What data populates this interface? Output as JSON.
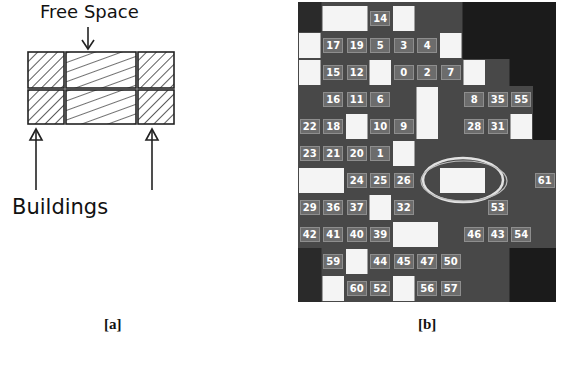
{
  "diagram": {
    "nodes": [
      {
        "text": [
          "14"
        ]
      },
      {
        "text": [
          "17"
        ]
      },
      {
        "text": [
          "19"
        ]
      },
      {
        "text": [
          "5"
        ]
      },
      {
        "text": [
          "3"
        ]
      },
      {
        "text": [
          "4"
        ]
      },
      {
        "text": [
          "15"
        ]
      },
      {
        "text": [
          "12"
        ]
      },
      {
        "text": [
          "0"
        ]
      },
      {
        "text": [
          "2"
        ]
      },
      {
        "text": [
          "7"
        ]
      },
      {
        "text": [
          "16"
        ]
      },
      {
        "text": [
          "11"
        ]
      },
      {
        "text": [
          "6"
        ]
      },
      {
        "text": [
          "8"
        ]
      },
      {
        "text": [
          "35"
        ]
      },
      {
        "text": [
          "55"
        ]
      },
      {
        "text": [
          "22"
        ]
      },
      {
        "text": [
          "18"
        ]
      },
      {
        "text": [
          "10"
        ]
      },
      {
        "text": [
          "9"
        ]
      },
      {
        "text": [
          "28"
        ]
      },
      {
        "text": [
          "31"
        ]
      },
      {
        "text": [
          "23"
        ]
      },
      {
        "text": [
          "21"
        ]
      },
      {
        "text": [
          "20"
        ]
      },
      {
        "text": [
          "1"
        ]
      },
      {
        "text": [
          "24"
        ]
      },
      {
        "text": [
          "25"
        ]
      },
      {
        "text": [
          "26"
        ]
      },
      {
        "text": [
          "61"
        ]
      },
      {
        "text": [
          "29"
        ]
      },
      {
        "text": [
          "36"
        ]
      },
      {
        "text": [
          "37"
        ]
      },
      {
        "text": [
          "32"
        ]
      },
      {
        "text": [
          "53"
        ]
      },
      {
        "text": [
          "42"
        ]
      },
      {
        "text": [
          "41"
        ]
      },
      {
        "text": [
          "40"
        ]
      },
      {
        "text": [
          "39"
        ]
      },
      {
        "text": [
          "46"
        ]
      },
      {
        "text": [
          "43"
        ]
      },
      {
        "text": [
          "54"
        ]
      },
      {
        "text": [
          "59"
        ]
      },
      {
        "text": [
          "44"
        ]
      },
      {
        "text": [
          "45"
        ]
      },
      {
        "text": [
          "47"
        ]
      },
      {
        "text": [
          "50"
        ]
      },
      {
        "text": [
          "60"
        ]
      },
      {
        "text": [
          "52"
        ]
      },
      {
        "text": [
          "56"
        ]
      },
      {
        "text": [
          "57"
        ]
      }
    ],
    "labels": [
      "Free Space",
      "Buildings",
      "[a]",
      "[b]"
    ]
  }
}
